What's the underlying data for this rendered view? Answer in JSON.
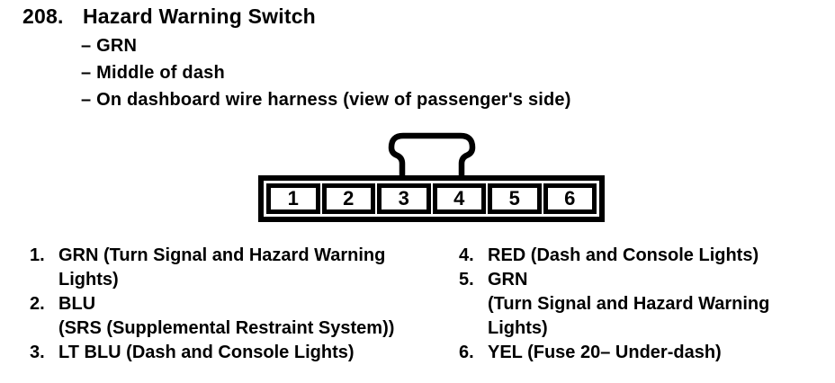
{
  "page": {
    "item_number": "208.",
    "title": "Hazard Warning Switch",
    "details": [
      "– GRN",
      "– Middle of dash",
      "– On dashboard wire harness (view of passenger's side)"
    ]
  },
  "connector": {
    "pins": [
      "1",
      "2",
      "3",
      "4",
      "5",
      "6"
    ]
  },
  "legend": {
    "left": [
      {
        "num": "1.",
        "lines": [
          "GRN (Turn Signal and Hazard Warning",
          "Lights)"
        ]
      },
      {
        "num": "2.",
        "lines": [
          "BLU",
          "(SRS (Supplemental Restraint System))"
        ]
      },
      {
        "num": "3.",
        "lines": [
          "LT BLU (Dash and Console Lights)"
        ]
      }
    ],
    "right": [
      {
        "num": "4.",
        "lines": [
          "RED (Dash and Console Lights)"
        ]
      },
      {
        "num": "5.",
        "lines": [
          "GRN",
          "(Turn Signal and Hazard Warning",
          "Lights)"
        ]
      },
      {
        "num": "6.",
        "lines": [
          "YEL (Fuse 20– Under-dash)"
        ]
      }
    ]
  },
  "colors": {
    "ink": "#000000",
    "paper": "#ffffff"
  }
}
